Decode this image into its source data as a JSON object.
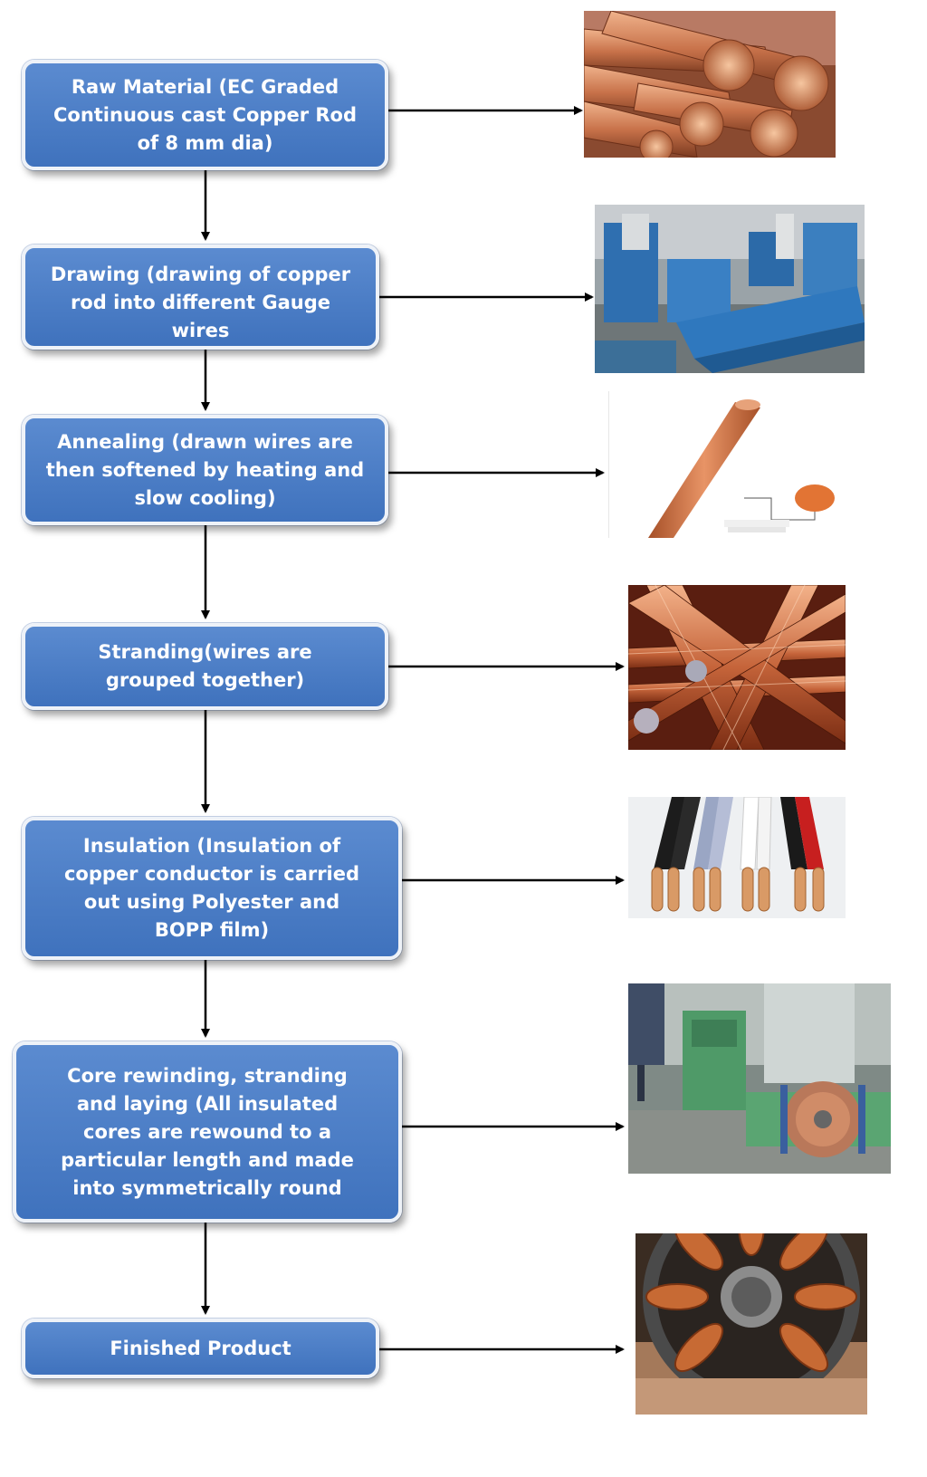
{
  "steps": [
    {
      "id": "raw-material",
      "text": "Raw Material (EC Graded Continuous cast Copper Rod of 8 mm dia)"
    },
    {
      "id": "drawing",
      "text": "Drawing (drawing of copper rod into different Gauge wires"
    },
    {
      "id": "annealing",
      "text": "Annealing (drawn wires are then softened by heating and slow cooling)"
    },
    {
      "id": "stranding",
      "text": "Stranding(wires are grouped together)"
    },
    {
      "id": "insulation",
      "text": "Insulation (Insulation of copper conductor is carried out using Polyester and BOPP film)"
    },
    {
      "id": "core-rewinding",
      "text": "Core rewinding, stranding and laying (All insulated cores are rewound to a particular length and made into symmetrically round"
    },
    {
      "id": "finished-product",
      "text": "Finished Product"
    }
  ],
  "photos": [
    {
      "id": "copper-rods-photo",
      "subject": "copper rods"
    },
    {
      "id": "wire-drawing-machines-photo",
      "subject": "wire drawing machines"
    },
    {
      "id": "annealed-copper-wire-photo",
      "subject": "annealed copper wire"
    },
    {
      "id": "stranded-copper-wires-photo",
      "subject": "stranded copper wires"
    },
    {
      "id": "insulated-cables-photo",
      "subject": "insulated cables"
    },
    {
      "id": "rewinding-machine-photo",
      "subject": "rewinding machine"
    },
    {
      "id": "motor-stator-photo",
      "subject": "motor stator winding"
    }
  ],
  "colors": {
    "box_fill": "#4a7cc4",
    "box_border": "#eef2f8",
    "box_text": "#ffffff",
    "arrow": "#000000",
    "copper": "#c97a4a"
  }
}
